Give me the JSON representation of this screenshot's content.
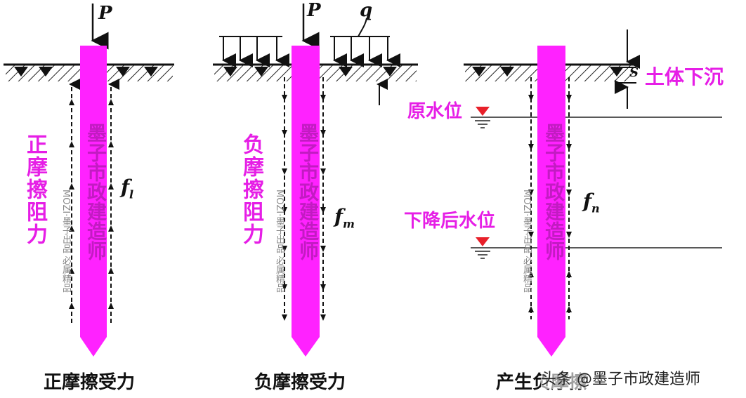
{
  "panels": {
    "positive": {
      "caption": "正摩擦受力",
      "side_label": "正摩擦阻力",
      "force_symbol": "f",
      "force_subscript": "l",
      "load": "P"
    },
    "negative": {
      "caption": "负摩擦受力",
      "side_label": "负摩擦阻力",
      "force_symbol": "f",
      "force_subscript": "m",
      "load": "P",
      "surcharge": "q"
    },
    "settlement": {
      "caption": "产生负摩擦",
      "force_symbol": "f",
      "force_subscript": "n",
      "soil_settlement_label": "土体下沉",
      "original_water_label": "原水位",
      "lowered_water_label": "下降后水位",
      "dim_symbol": "S"
    }
  },
  "watermarks": {
    "pile_text": "墨子市政建造师",
    "side_text": "MOZI·墨子出品 必属精品",
    "credit": "头条 @墨子市政建造师"
  },
  "colors": {
    "pile": "#ff22ff",
    "label": "#e61ee6",
    "water_marker": "#e8202a"
  }
}
